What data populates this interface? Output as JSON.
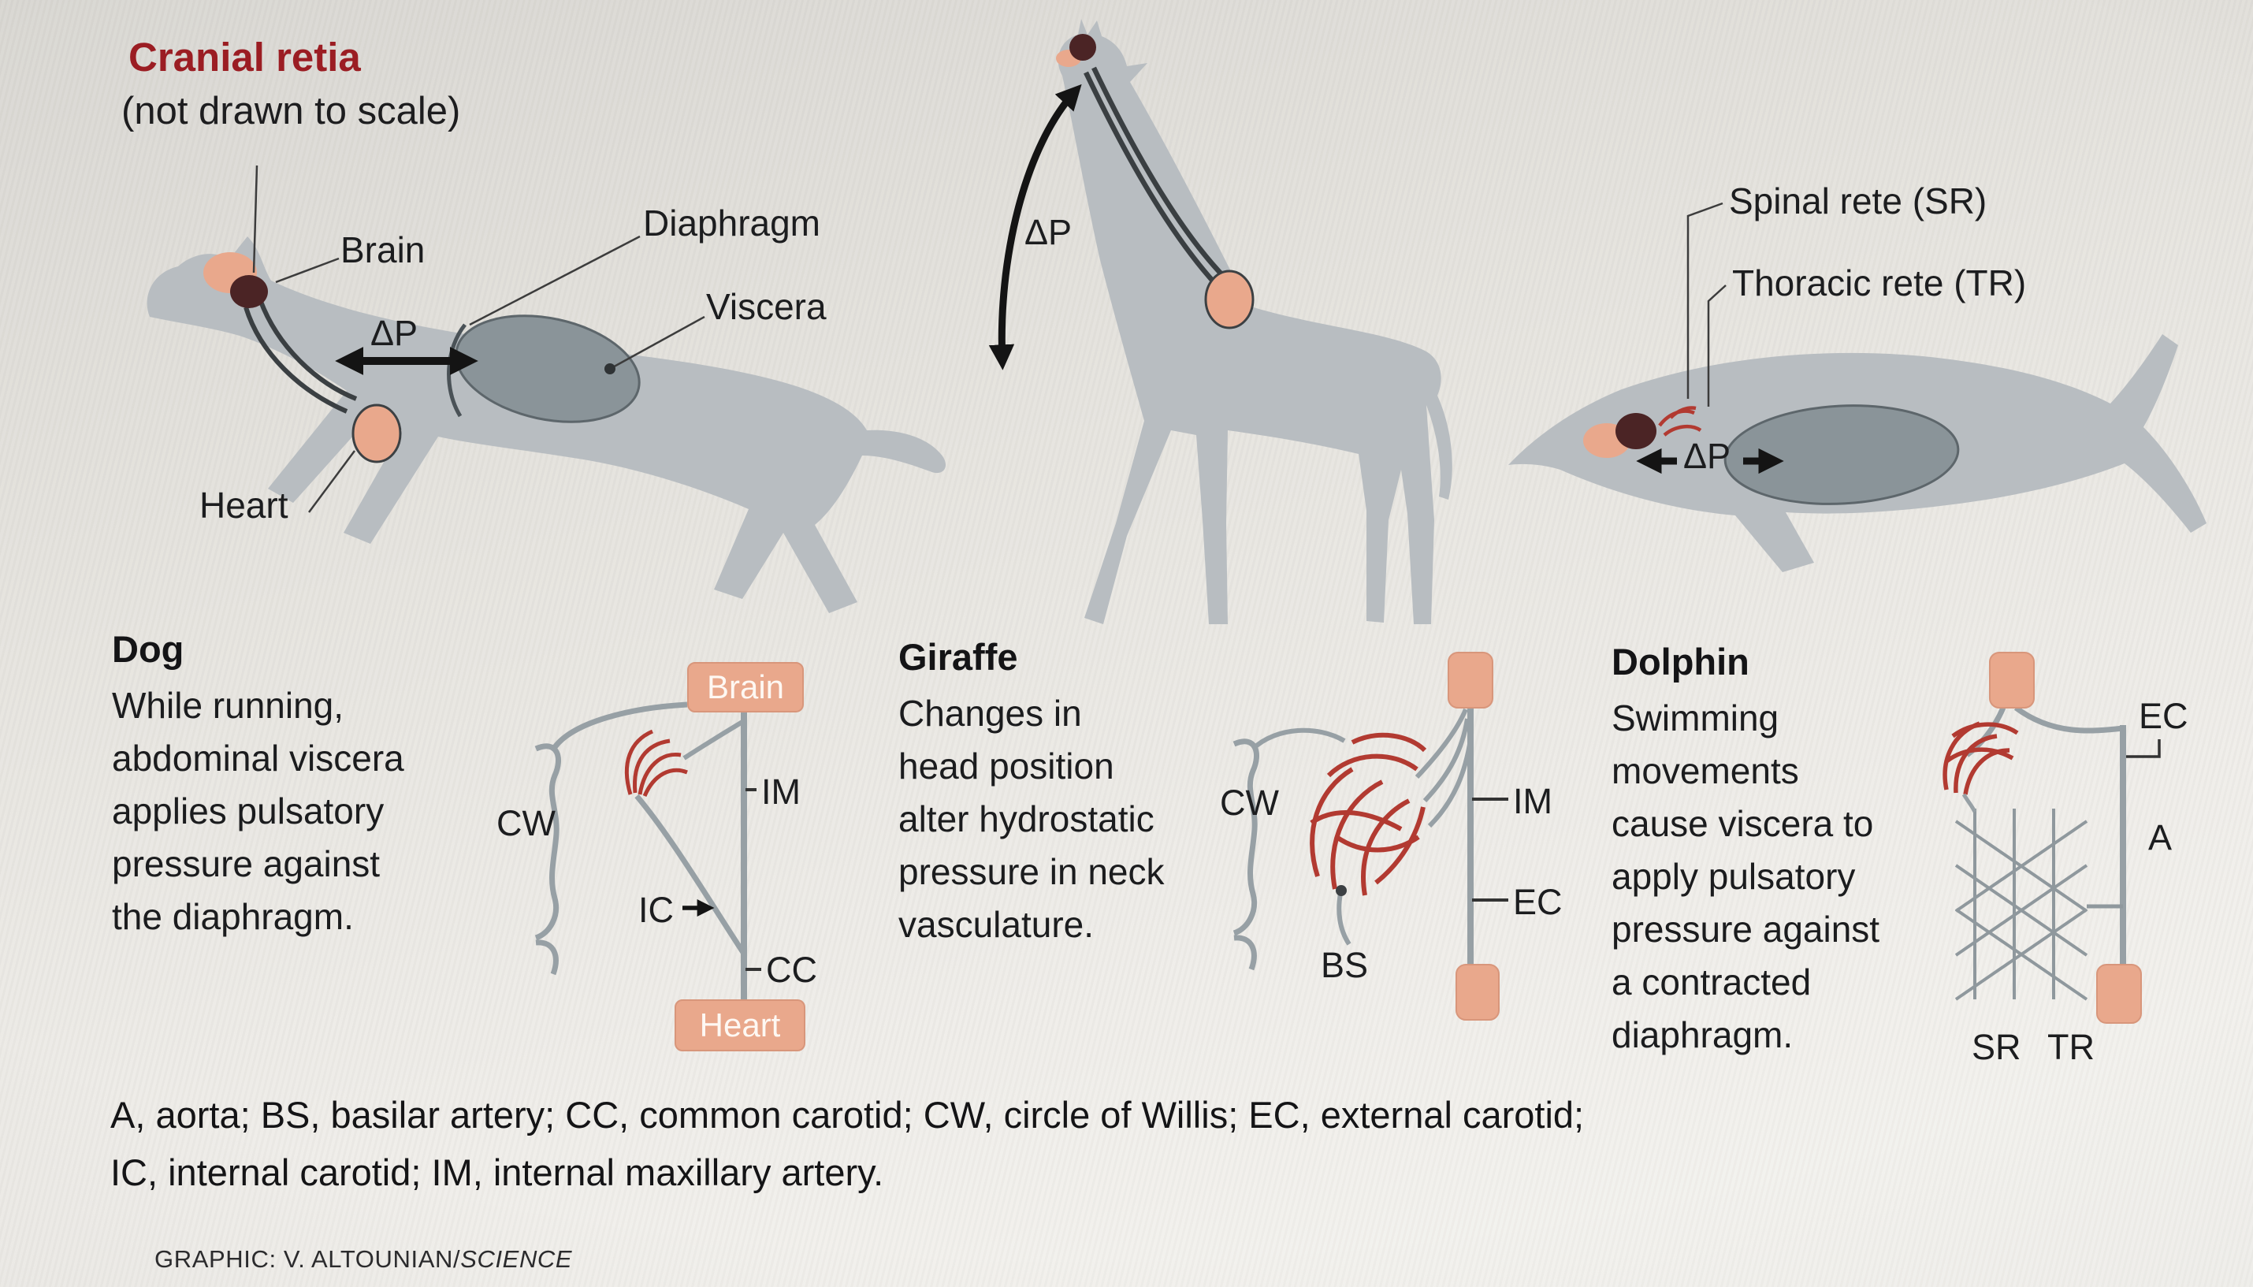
{
  "header": {
    "title": "Cranial retia",
    "subtitle": "(not drawn to scale)"
  },
  "dog_figure": {
    "brain_label": "Brain",
    "diaphragm_label": "Diaphragm",
    "viscera_label": "Viscera",
    "heart_label": "Heart",
    "delta_p": "ΔP"
  },
  "giraffe_figure": {
    "delta_p": "ΔP"
  },
  "dolphin_figure": {
    "spinal_rete_label": "Spinal rete (SR)",
    "thoracic_rete_label": "Thoracic rete (TR)",
    "delta_p": "ΔP"
  },
  "panels": {
    "dog": {
      "heading": "Dog",
      "lines": [
        "While running,",
        "abdominal viscera",
        "applies pulsatory",
        "pressure against",
        "the diaphragm."
      ],
      "diagram": {
        "top_box": "Brain",
        "bottom_box": "Heart",
        "cw": "CW",
        "im": "IM",
        "ic": "IC",
        "cc": "CC"
      }
    },
    "giraffe": {
      "heading": "Giraffe",
      "lines": [
        "Changes in",
        "head position",
        "alter hydrostatic",
        "pressure in neck",
        "vasculature."
      ],
      "diagram": {
        "cw": "CW",
        "im": "IM",
        "ec": "EC",
        "bs": "BS"
      }
    },
    "dolphin": {
      "heading": "Dolphin",
      "lines": [
        "Swimming",
        "movements",
        "cause viscera to",
        "apply pulsatory",
        "pressure against",
        "a contracted",
        "diaphragm."
      ],
      "diagram": {
        "ec": "EC",
        "a": "A",
        "sr": "SR",
        "tr": "TR"
      }
    }
  },
  "legend": {
    "line1": "A, aorta; BS, basilar artery; CC, common carotid; CW, circle of Willis; EC, external carotid;",
    "line2": "IC, internal carotid; IM, internal maxillary artery."
  },
  "credit": {
    "prefix": "GRAPHIC: V. ALTOUNIAN/",
    "source": "SCIENCE"
  },
  "colors": {
    "title_red": "#9b1d23",
    "silhouette_gray": "#b8bdc1",
    "viscera_gray": "#8a9499",
    "salmon": "#e9a88c",
    "rete_red": "#b23a31",
    "vessel_gray": "#97a0a5",
    "brain_dark": "#4b2425",
    "background": "#e6e4df"
  }
}
